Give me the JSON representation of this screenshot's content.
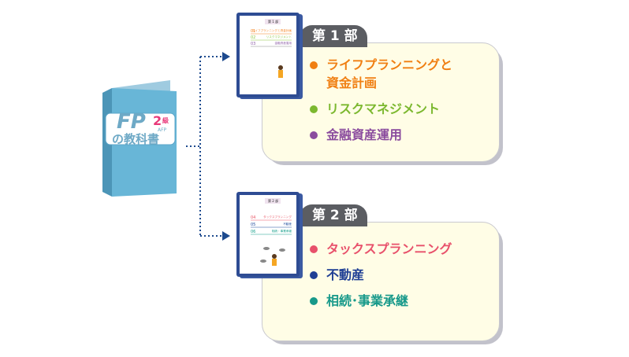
{
  "textbook": {
    "fp": "FP",
    "grade": "2",
    "grade_unit": "級",
    "afp": "AFP",
    "title": "の教科書"
  },
  "parts": [
    {
      "tab": "第 1 部",
      "mini_title": "第 1 部",
      "mini_rows": [
        {
          "num": "01",
          "text": "ライフプランニングと資金計画",
          "color": "#f5821f"
        },
        {
          "num": "02",
          "text": "リスクマネジメント",
          "color": "#8dc63f"
        },
        {
          "num": "03",
          "text": "金融資産運用",
          "color": "#8e5fa8"
        }
      ],
      "items": [
        {
          "label": "ライフプランニングと\n資金計画",
          "color": "#f07f12"
        },
        {
          "label": "リスクマネジメント",
          "color": "#7cb82f"
        },
        {
          "label": "金融資産運用",
          "color": "#8b4c9e"
        }
      ]
    },
    {
      "tab": "第 2 部",
      "mini_title": "第 2 部",
      "mini_rows": [
        {
          "num": "04",
          "text": "タックスプランニング",
          "color": "#e95464"
        },
        {
          "num": "05",
          "text": "不動産",
          "color": "#1d4a9c"
        },
        {
          "num": "06",
          "text": "相続・事業承継",
          "color": "#139e8a"
        }
      ],
      "items": [
        {
          "label": "タックスプランニング",
          "color": "#e8516b"
        },
        {
          "label": "不動産",
          "color": "#1f3f94"
        },
        {
          "label": "相続･事業承継",
          "color": "#17998a"
        }
      ]
    }
  ]
}
